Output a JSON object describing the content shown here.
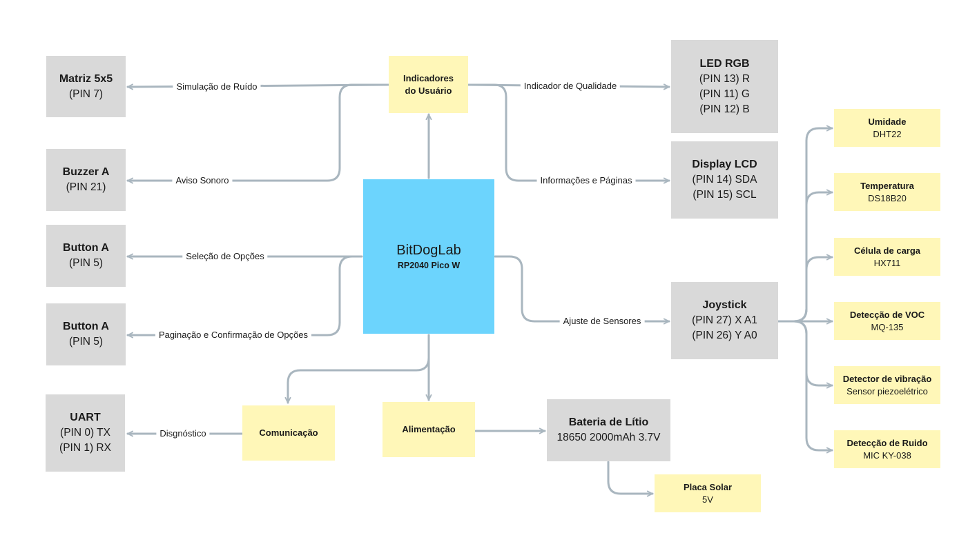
{
  "diagram": {
    "colors": {
      "line": "#a9b6bf",
      "gray": "#d9d9d9",
      "yellow": "#fff7b8",
      "blue": "#6cd4fd"
    },
    "main": {
      "title": "BitDogLab",
      "subtitle": "RP2040 Pico W"
    },
    "indicadores": {
      "line1": "Indicadores",
      "line2": "do Usuário"
    },
    "comunicacao": {
      "title": "Comunicação"
    },
    "alimentacao": {
      "title": "Alimentação"
    },
    "matriz": {
      "title": "Matriz 5x5",
      "lines": [
        "(PIN 7)"
      ]
    },
    "buzzer": {
      "title": "Buzzer A",
      "lines": [
        "(PIN 21)"
      ]
    },
    "button1": {
      "title": "Button A",
      "lines": [
        "(PIN 5)"
      ]
    },
    "button2": {
      "title": "Button A",
      "lines": [
        "(PIN 5)"
      ]
    },
    "uart": {
      "title": "UART",
      "lines": [
        "(PIN 0) TX",
        "(PIN 1) RX"
      ]
    },
    "led": {
      "title": "LED RGB",
      "lines": [
        "(PIN 13) R",
        "(PIN 11) G",
        "(PIN 12) B"
      ]
    },
    "display": {
      "title": "Display LCD",
      "lines": [
        "(PIN 14) SDA",
        "(PIN 15) SCL"
      ]
    },
    "joystick": {
      "title": "Joystick",
      "lines": [
        "(PIN 27) X A1",
        "(PIN 26) Y A0"
      ]
    },
    "bateria": {
      "title": "Bateria de Lítio",
      "lines": [
        "18650 2000mAh 3.7V"
      ]
    },
    "solar": {
      "title": "Placa Solar",
      "sub": "5V"
    },
    "sensors": [
      {
        "title": "Umidade",
        "sub": "DHT22"
      },
      {
        "title": "Temperatura",
        "sub": "DS18B20"
      },
      {
        "title": "Célula de carga",
        "sub": "HX711"
      },
      {
        "title": "Detecção de VOC",
        "sub": "MQ-135"
      },
      {
        "title": "Detector de vibração",
        "sub": "Sensor piezoelétrico"
      },
      {
        "title": "Detecção de Ruido",
        "sub": "MIC KY-038"
      }
    ],
    "edge_labels": {
      "ruido": "Simulação de Ruído",
      "aviso": "Aviso Sonoro",
      "selecao": "Seleção de Opções",
      "paginacao": "Paginação e Confirmação de Opções",
      "diagnostico": "Disgnóstico",
      "qualidade": "Indicador de Qualidade",
      "informacoes": "Informações e Páginas",
      "ajuste": "Ajuste de Sensores"
    }
  }
}
